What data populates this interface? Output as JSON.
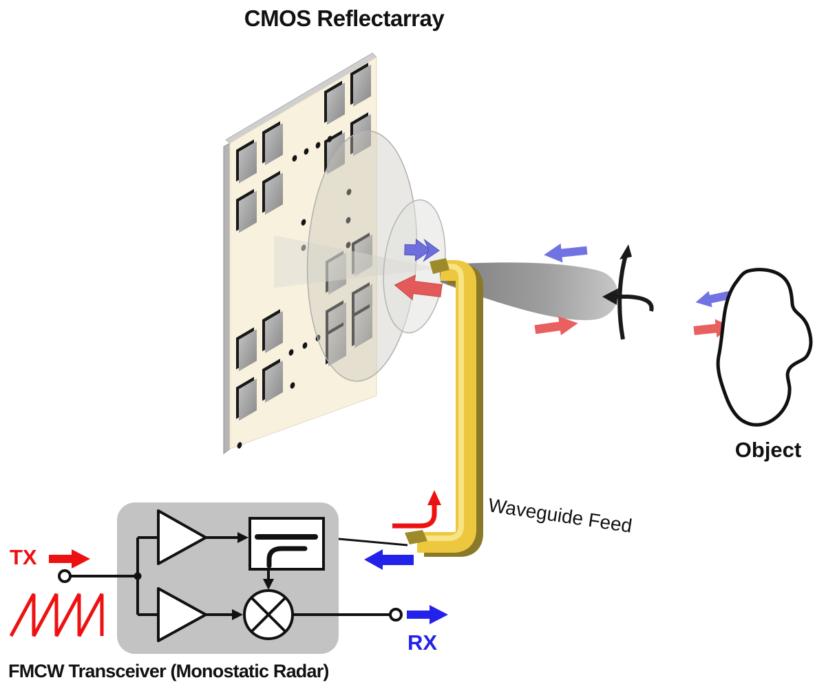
{
  "title": "CMOS Reflectarray",
  "labels": {
    "object": "Object",
    "waveguide_feed": "Waveguide Feed",
    "transceiver_caption": "FMCW Transceiver (Monostatic Radar)",
    "tx_port": "TX",
    "rx_port": "RX"
  },
  "colors": {
    "tx_signal_red": "#ee1111",
    "rx_signal_blue": "#2222ea",
    "beam_outgoing_red": "#e86060",
    "beam_incoming_blue": "#7273e2",
    "reflectarray_substrate_cream": "#f8f1de",
    "patch_gray": "#a5a5a5",
    "waveguide_gold": "#edc73e",
    "waveguide_shadow_olive": "#8a7a28",
    "transceiver_block_gray": "#c3c3c3",
    "beam_lobe_gray": "#8c8c8c",
    "steering_arrow_black": "#1a1a1a"
  },
  "icons": {
    "amplifier": "triangle-right",
    "mixer": "circle-with-x",
    "directional_coupler": "box-with-through-and-coupled-line",
    "port_terminal": "open-circle",
    "sawtooth_waveform": "red-ramp-teeth",
    "beam_steering": "crossed-curved-black-arrows",
    "signal_flow": "block-arrows-red-blue"
  }
}
